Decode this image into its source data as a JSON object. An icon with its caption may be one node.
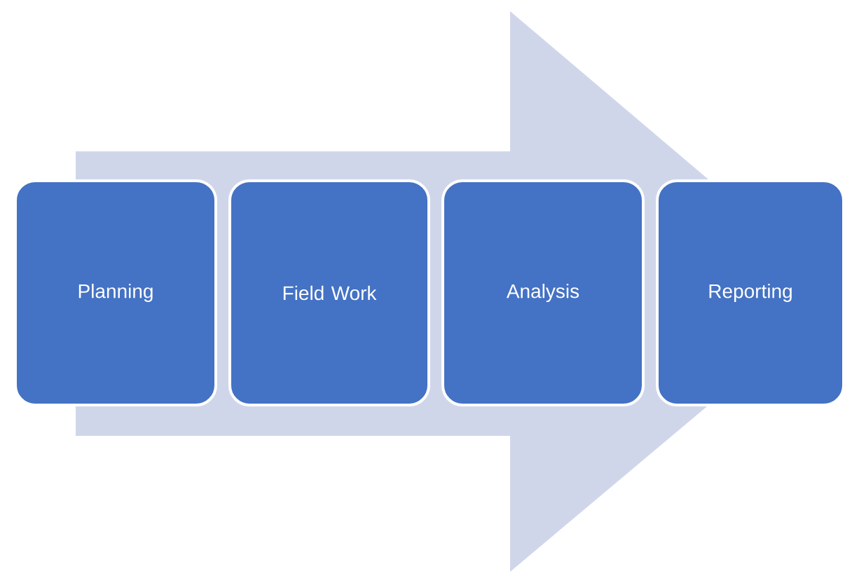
{
  "diagram": {
    "nodes": [
      {
        "text": [
          "Planning"
        ]
      },
      {
        "text": [
          "Field Work"
        ]
      },
      {
        "text": [
          "Analysis"
        ]
      },
      {
        "text": [
          "Reporting"
        ]
      }
    ],
    "edges": [
      {
        "from": 0,
        "to": 3,
        "arrow": "to"
      }
    ]
  }
}
